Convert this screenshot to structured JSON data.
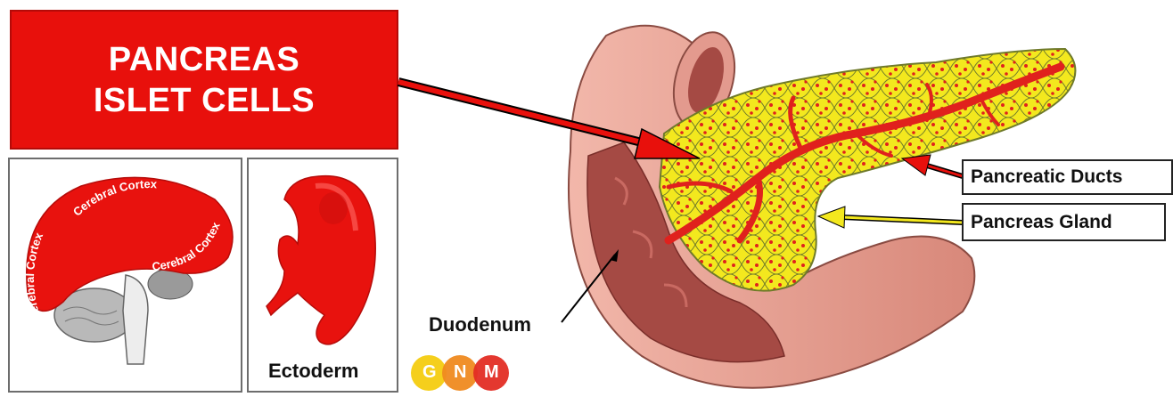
{
  "title": {
    "line1": "PANCREAS",
    "line2": "ISLET CELLS"
  },
  "brain_panel": {
    "cortex_labels": [
      "Cerebral Cortex",
      "Cerebral Cortex",
      "Cerebral Cortex"
    ]
  },
  "embryo_panel": {
    "label": "Ectoderm"
  },
  "labels": {
    "pancreatic_ducts": "Pancreatic Ducts",
    "pancreas_gland": "Pancreas Gland",
    "duodenum": "Duodenum"
  },
  "logo": {
    "letters": [
      "G",
      "N",
      "M"
    ]
  },
  "colors": {
    "title_red": "#e8100c",
    "gland_yellow": "#f3e81e",
    "duct_red": "#e0211d",
    "duodenum_pink": "#e39a8e",
    "logo_yellow": "#f5cf1c",
    "logo_orange": "#ef8a20",
    "logo_red": "#e32d24"
  }
}
